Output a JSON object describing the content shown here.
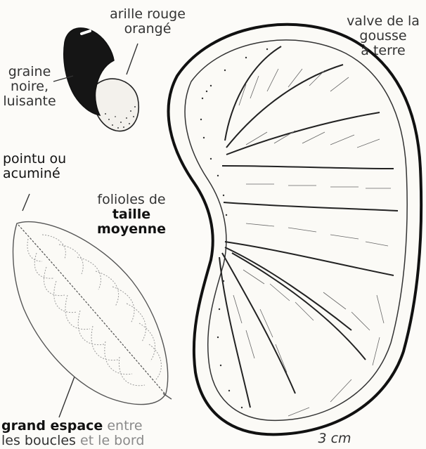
{
  "labels": {
    "arille": {
      "line1": "arille rouge",
      "line2": "orangé"
    },
    "graine": {
      "line1": "graine",
      "line2": "noire,",
      "line3": "luisante"
    },
    "valve": {
      "line1": "valve de la",
      "line2": "gousse",
      "line3": "à terre"
    },
    "pointu": {
      "line1": "pointu ou",
      "line2": "acuminé"
    },
    "folioles": {
      "line1": "folioles de",
      "line2": "taille",
      "line3": "moyenne"
    },
    "espace": {
      "line1_a": "grand espace",
      "line1_b": "entre",
      "line2_a": "les boucles",
      "line2_b": "et le bord"
    },
    "scale": "3 cm"
  }
}
